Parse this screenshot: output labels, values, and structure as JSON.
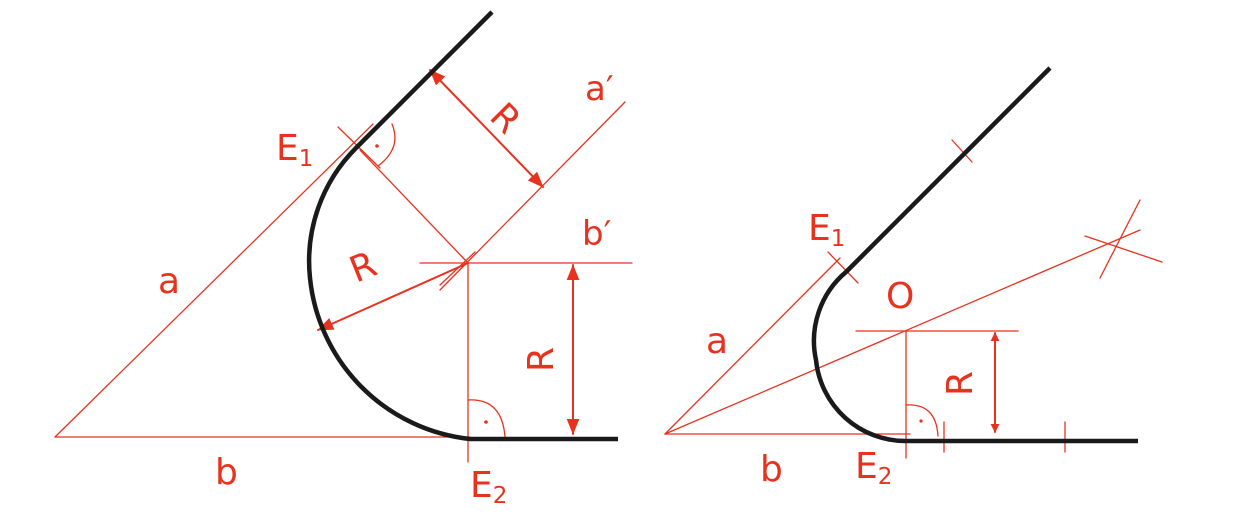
{
  "colors": {
    "construction": "#e8321e",
    "curve": "#1a1a1a",
    "background": "#ffffff"
  },
  "left": {
    "labels": {
      "a": "a",
      "b": "b",
      "a_prime": "a′",
      "b_prime": "b′",
      "R_top": "R",
      "R_mid": "R",
      "R_right": "R",
      "E1": "E",
      "E1_sub": "1",
      "E2": "E",
      "E2_sub": "2"
    }
  },
  "right": {
    "labels": {
      "a": "a",
      "b": "b",
      "O": "O",
      "R": "R",
      "E1": "E",
      "E1_sub": "1",
      "E2": "E",
      "E2_sub": "2"
    }
  }
}
